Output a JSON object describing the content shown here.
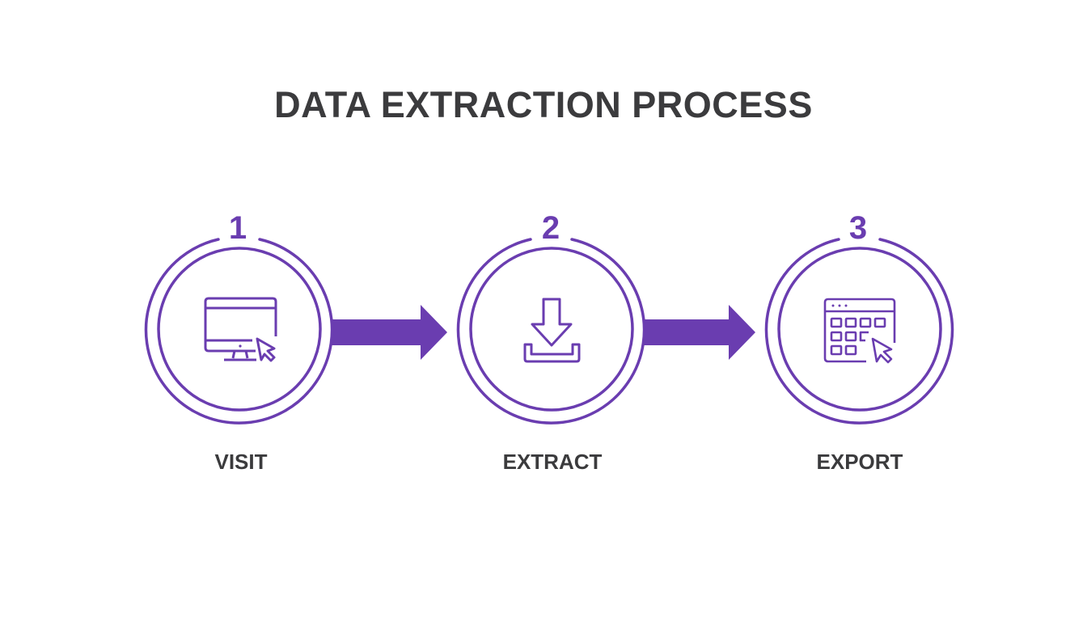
{
  "title": "DATA EXTRACTION PROCESS",
  "colors": {
    "accent": "#6A3DB0",
    "text": "#3B3B3D",
    "background": "#FFFFFF"
  },
  "steps": [
    {
      "number": "1",
      "label": "VISIT",
      "icon": "monitor-cursor-icon"
    },
    {
      "number": "2",
      "label": "EXTRACT",
      "icon": "download-icon"
    },
    {
      "number": "3",
      "label": "EXPORT",
      "icon": "browser-grid-cursor-icon"
    }
  ],
  "connectors": [
    {
      "from": "1",
      "to": "2",
      "icon": "arrow-right-icon"
    },
    {
      "from": "2",
      "to": "3",
      "icon": "arrow-right-icon"
    }
  ]
}
